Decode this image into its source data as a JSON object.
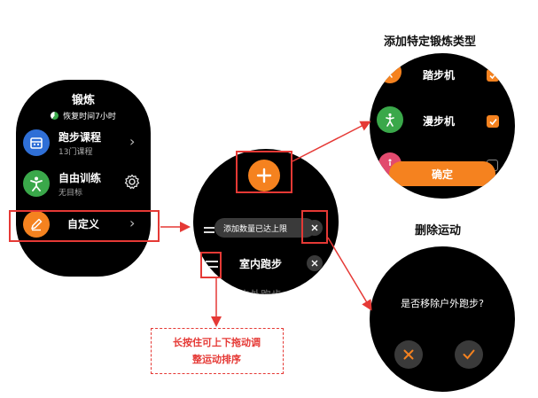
{
  "watch1": {
    "title": "锻炼",
    "subtitle": "恢复时间7小时",
    "items": [
      {
        "label": "跑步课程",
        "sub": "13门课程"
      },
      {
        "label": "自由训练",
        "sub": "无目标"
      },
      {
        "label": "自定义"
      }
    ]
  },
  "watch2": {
    "toast": "添加数量已达上限",
    "item_label": "室内跑步",
    "partial_text": "户外跑步"
  },
  "watch3": {
    "heading": "添加特定锻炼类型",
    "items": [
      {
        "label": "踏步机",
        "checked": true
      },
      {
        "label": "漫步机",
        "checked": true
      }
    ],
    "confirm": "确定"
  },
  "watch4": {
    "heading": "删除运动",
    "question": "是否移除户外跑步?"
  },
  "annotation": {
    "line1": "长按住可上下拖动调",
    "line2": "整运动排序"
  },
  "colors": {
    "accent": "#f5821f",
    "blue": "#2f6fd6",
    "green": "#3aa84a",
    "red": "#e53935",
    "pink": "#e24a6e"
  }
}
